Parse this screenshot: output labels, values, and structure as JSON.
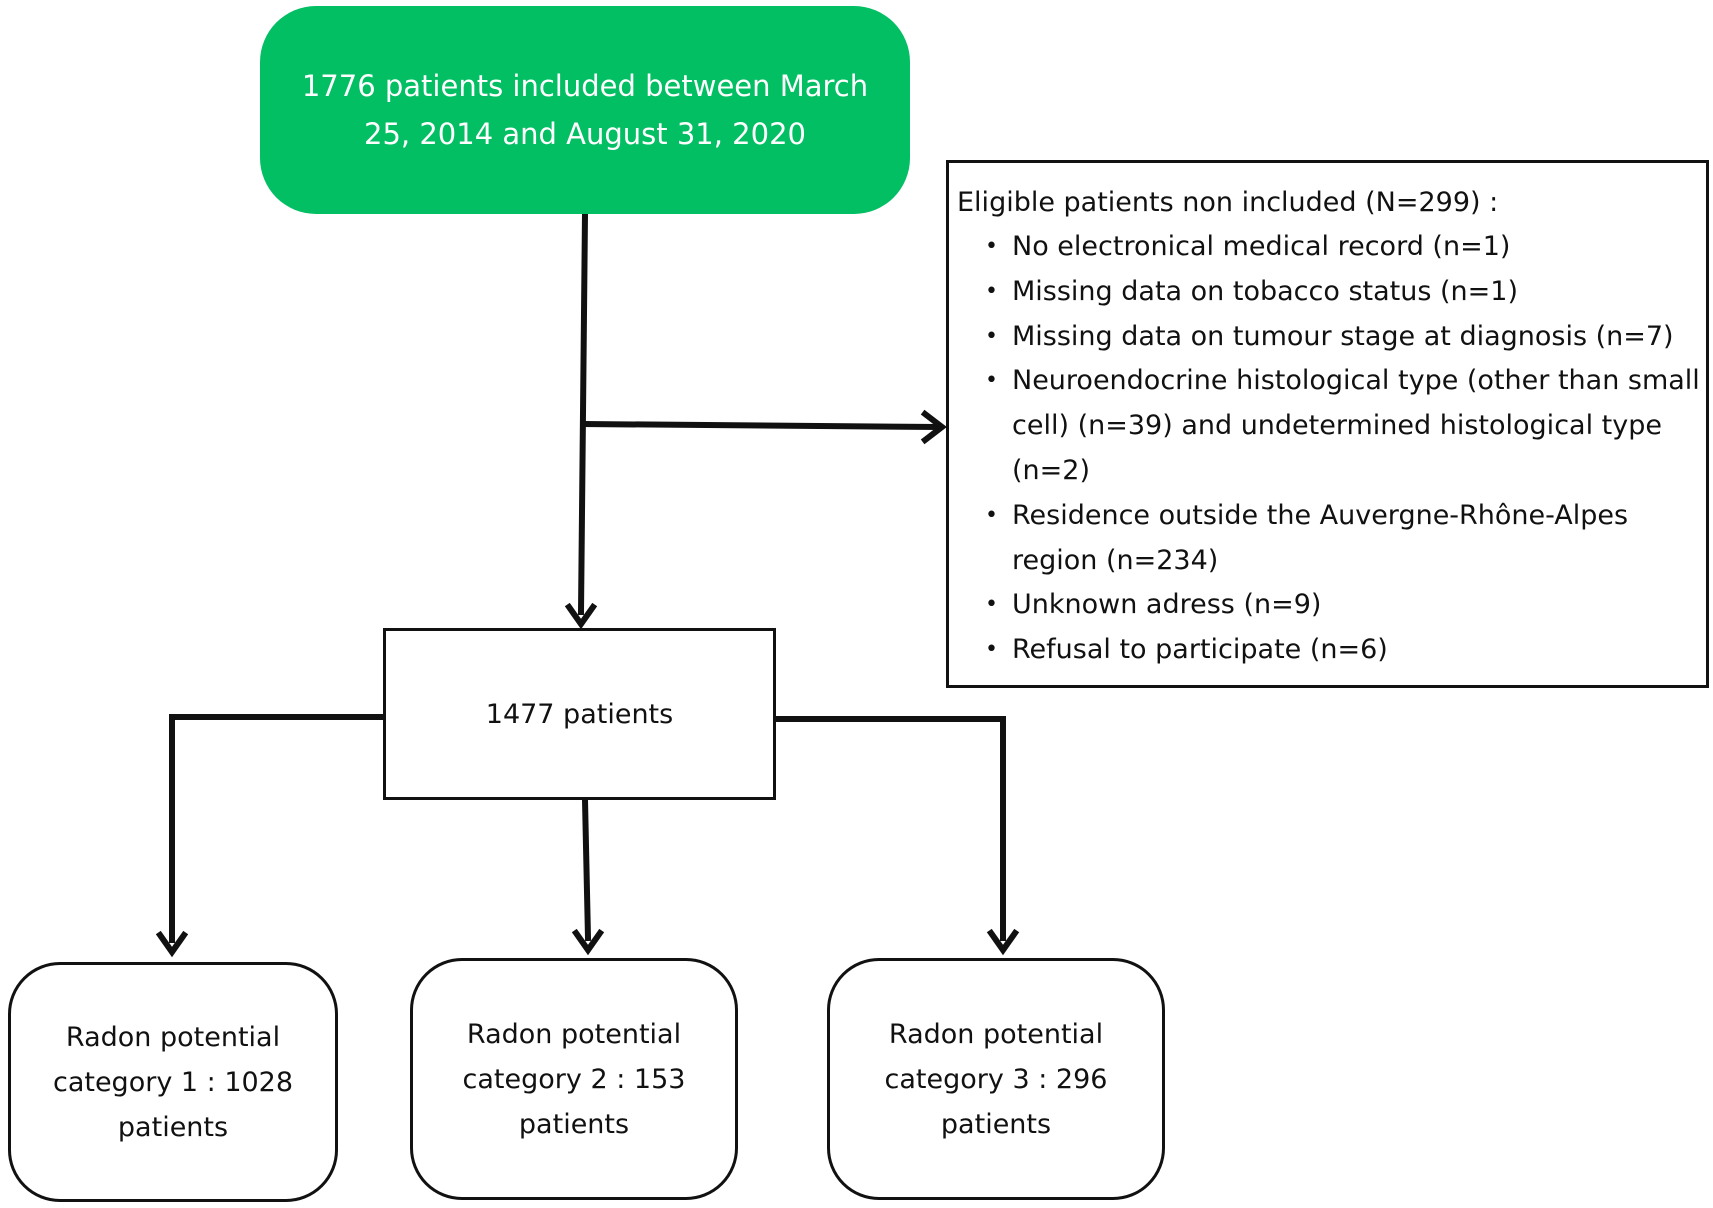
{
  "diagram": {
    "top_box": {
      "text": "1776 patients included between March 25, 2014 and August 31, 2020",
      "fill_color": "#03bf63",
      "text_color": "#ffffff"
    },
    "exclusion_box": {
      "title": "Eligible patients non included (N=299) :",
      "items": [
        "No electronical medical record (n=1)",
        "Missing data on tobacco status (n=1)",
        "Missing data on tumour stage at diagnosis (n=7)",
        "Neuroendocrine histological type (other than small cell) (n=39) and undetermined histological type (n=2)",
        "Residence outside the Auvergne-Rhône-Alpes region (n=234)",
        "Unknown adress (n=9)",
        "Refusal to participate (n=6)"
      ]
    },
    "middle_box": {
      "text": "1477 patients"
    },
    "categories": [
      {
        "text": "Radon potential category 1 : 1028 patients"
      },
      {
        "text": "Radon potential category 2 : 153 patients"
      },
      {
        "text": "Radon potential category 3 : 296 patients"
      }
    ],
    "line_color": "#111111"
  }
}
